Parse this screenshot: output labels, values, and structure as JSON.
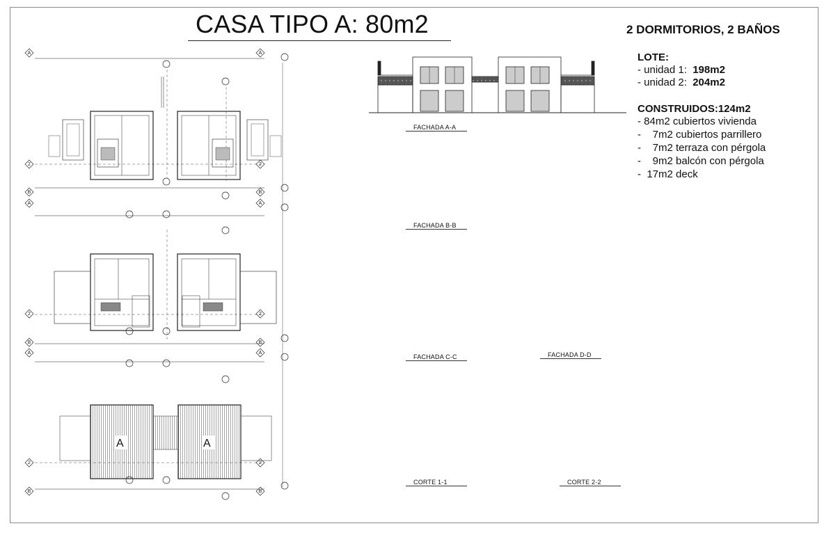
{
  "title": "CASA TIPO A: 80m2",
  "subtitle": "2 DORMITORIOS, 2 BAÑOS",
  "lote": {
    "heading": "LOTE:",
    "unit1_label": "- unidad 1:  ",
    "unit1_value": "198m2",
    "unit2_label": "- unidad 2:  ",
    "unit2_value": "204m2"
  },
  "construidos": {
    "heading": "CONSTRUIDOS:124m2",
    "items": [
      "- 84m2 cubiertos vivienda",
      "-    7m2 cubiertos parrillero",
      "-    7m2 terraza con pérgola",
      "-    9m2 balcón con pérgola",
      "-  17m2 deck"
    ]
  },
  "plans": {
    "roof_letter_left": "A",
    "roof_letter_right": "A",
    "grid_a": "A",
    "grid_b": "B",
    "grid_2": "2"
  },
  "elevations": {
    "fachada_aa": "FACHADA A-A",
    "fachada_bb": "FACHADA B-B",
    "fachada_cc": "FACHADA C-C",
    "fachada_dd": "FACHADA D-D",
    "corte_11": "CORTE 1-1",
    "corte_22": "CORTE 2-2"
  },
  "colors": {
    "line": "#222222",
    "stone": "#9a9a9a",
    "hatch": "#6b6b6b"
  }
}
